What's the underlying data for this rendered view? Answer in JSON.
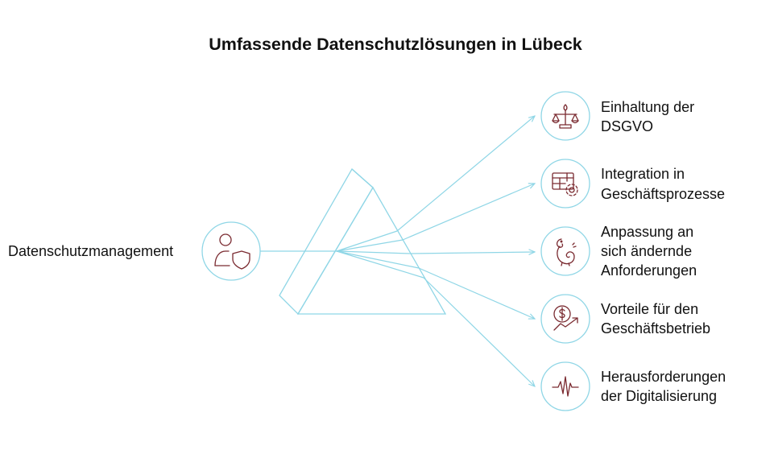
{
  "title": "Umfassende Datenschutzlösungen in Lübeck",
  "source": {
    "label": "Datenschutzmanagement",
    "icon": "person-shield-icon"
  },
  "outputs": [
    {
      "line1": "Einhaltung der",
      "line2": "DSGVO",
      "line3": "",
      "icon": "scales-icon"
    },
    {
      "line1": "Integration in",
      "line2": "Geschäftsprozesse",
      "line3": "",
      "icon": "table-gear-icon"
    },
    {
      "line1": "Anpassung an",
      "line2": "sich ändernde",
      "line3": "Anforderungen",
      "icon": "chameleon-icon"
    },
    {
      "line1": "Vorteile für den",
      "line2": "Geschäftsbetrieb",
      "line3": "",
      "icon": "dollar-growth-icon"
    },
    {
      "line1": "Herausforderungen",
      "line2": "der Digitalisierung",
      "line3": "",
      "icon": "heartbeat-icon"
    }
  ],
  "colors": {
    "line": "#8fd6e6",
    "icon": "#7a2a30",
    "text": "#111111"
  }
}
